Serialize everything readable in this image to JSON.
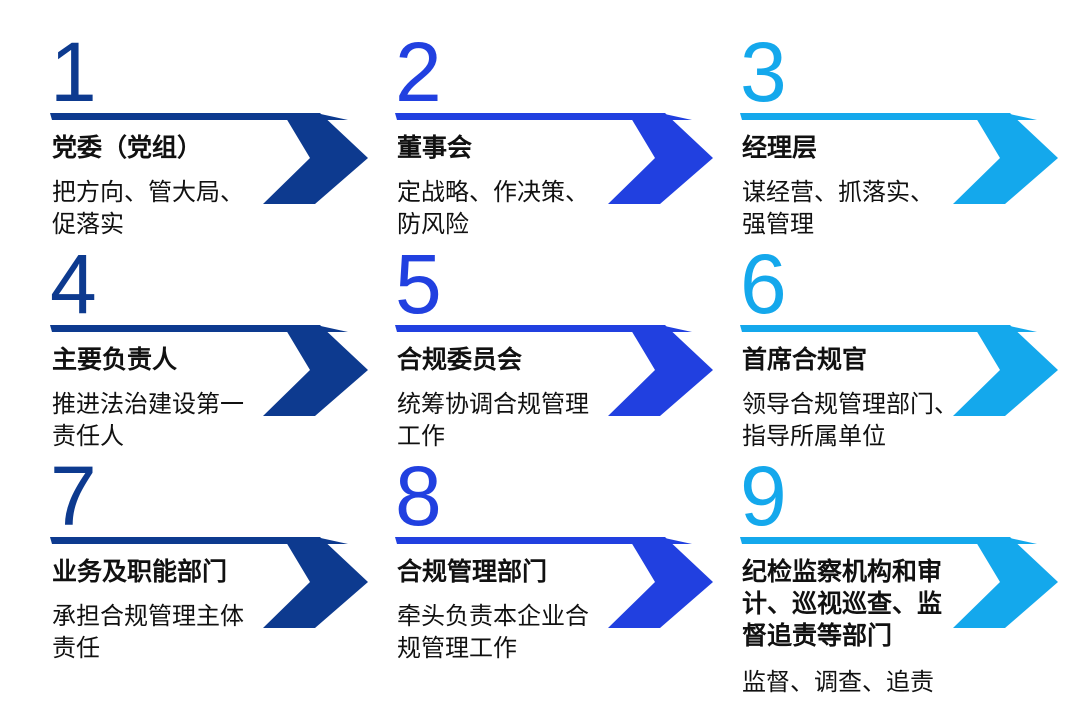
{
  "colors": {
    "dark": "#0d3a8f",
    "mid": "#2140e0",
    "light": "#14a8ec",
    "text": "#111111"
  },
  "items": [
    {
      "number": "1",
      "title": "党委（党组）",
      "desc": "把方向、管大局、\n促落实"
    },
    {
      "number": "2",
      "title": "董事会",
      "desc": "定战略、作决策、\n防风险"
    },
    {
      "number": "3",
      "title": "经理层",
      "desc": "谋经营、抓落实、\n强管理"
    },
    {
      "number": "4",
      "title": "主要负责人",
      "desc": "推进法治建设第一\n责任人"
    },
    {
      "number": "5",
      "title": "合规委员会",
      "desc": "统筹协调合规管理\n工作"
    },
    {
      "number": "6",
      "title": "首席合规官",
      "desc": "领导合规管理部门、\n指导所属单位"
    },
    {
      "number": "7",
      "title": "业务及职能部门",
      "desc": "承担合规管理主体\n责任"
    },
    {
      "number": "8",
      "title": "合规管理部门",
      "desc": "牵头负责本企业合\n规管理工作"
    },
    {
      "number": "9",
      "title": "纪检监察机构和审\n计、巡视巡查、监\n督追责等部门",
      "desc": "监督、调查、追责"
    }
  ]
}
